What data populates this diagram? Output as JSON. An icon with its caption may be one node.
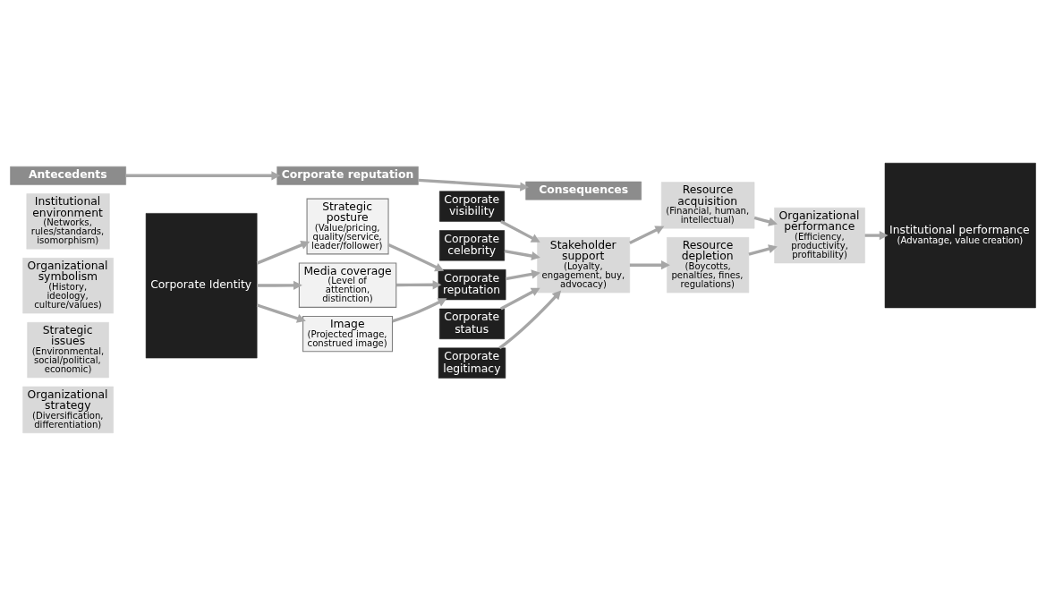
{
  "diagram": {
    "nodes": [
      {
        "text": [
          "Antecedents"
        ]
      },
      {
        "text": [
          "Corporate reputation"
        ]
      },
      {
        "text": [
          "Consequences"
        ]
      },
      {
        "text": [
          "Institutional environment",
          "(Networks, rules/standards, isomorphism)"
        ]
      },
      {
        "text": [
          "Organizational symbolism",
          "(History, ideology, culture/values)"
        ]
      },
      {
        "text": [
          "Strategic issues",
          "(Environmental, social/political, economic)"
        ]
      },
      {
        "text": [
          "Organizational strategy",
          "(Diversification, differentiation)"
        ]
      },
      {
        "text": [
          "Corporate Identity"
        ]
      },
      {
        "text": [
          "Strategic posture",
          "(Value/pricing, quality/service, leader/follower)"
        ]
      },
      {
        "text": [
          "Media coverage",
          "(Level of attention, distinction)"
        ]
      },
      {
        "text": [
          "Image",
          "(Projected image, construed image)"
        ]
      },
      {
        "text": [
          "Corporate visibility"
        ]
      },
      {
        "text": [
          "Corporate celebrity"
        ]
      },
      {
        "text": [
          "Corporate reputation"
        ]
      },
      {
        "text": [
          "Corporate status"
        ]
      },
      {
        "text": [
          "Corporate legitimacy"
        ]
      },
      {
        "text": [
          "Resource acquisition",
          "(Financial, human, intellectual)"
        ]
      },
      {
        "text": [
          "Stakeholder support",
          "(Loyalty, engagement, buy, advocacy)"
        ]
      },
      {
        "text": [
          "Organizational performance",
          "(Efficiency, productivity, profitability)"
        ]
      },
      {
        "text": [
          "Resource depletion",
          "(Boycotts, penalties, fines, regulations)"
        ]
      },
      {
        "text": [
          "Institutional performance",
          "(Advantage, value creation)"
        ]
      }
    ],
    "edges": [
      {
        "from": 0,
        "to": 1,
        "arrow": "to"
      },
      {
        "from": 1,
        "to": 2,
        "arrow": "to"
      },
      {
        "from": 7,
        "to": 8,
        "arrow": "to"
      },
      {
        "from": 7,
        "to": 9,
        "arrow": "to"
      },
      {
        "from": 7,
        "to": 10,
        "arrow": "to"
      },
      {
        "from": 8,
        "to": 13,
        "arrow": "to"
      },
      {
        "from": 9,
        "to": 13,
        "arrow": "to"
      },
      {
        "from": 10,
        "to": 13,
        "arrow": "to"
      },
      {
        "from": 11,
        "to": 17,
        "arrow": "to"
      },
      {
        "from": 12,
        "to": 17,
        "arrow": "to"
      },
      {
        "from": 13,
        "to": 17,
        "arrow": "to"
      },
      {
        "from": 14,
        "to": 17,
        "arrow": "to"
      },
      {
        "from": 15,
        "to": 17,
        "arrow": "to"
      },
      {
        "from": 17,
        "to": 16,
        "arrow": "to"
      },
      {
        "from": 16,
        "to": 18,
        "arrow": "to"
      },
      {
        "from": 17,
        "to": 19,
        "arrow": "to"
      },
      {
        "from": 19,
        "to": 18,
        "arrow": "to"
      },
      {
        "from": 18,
        "to": 20,
        "arrow": "to"
      }
    ]
  }
}
